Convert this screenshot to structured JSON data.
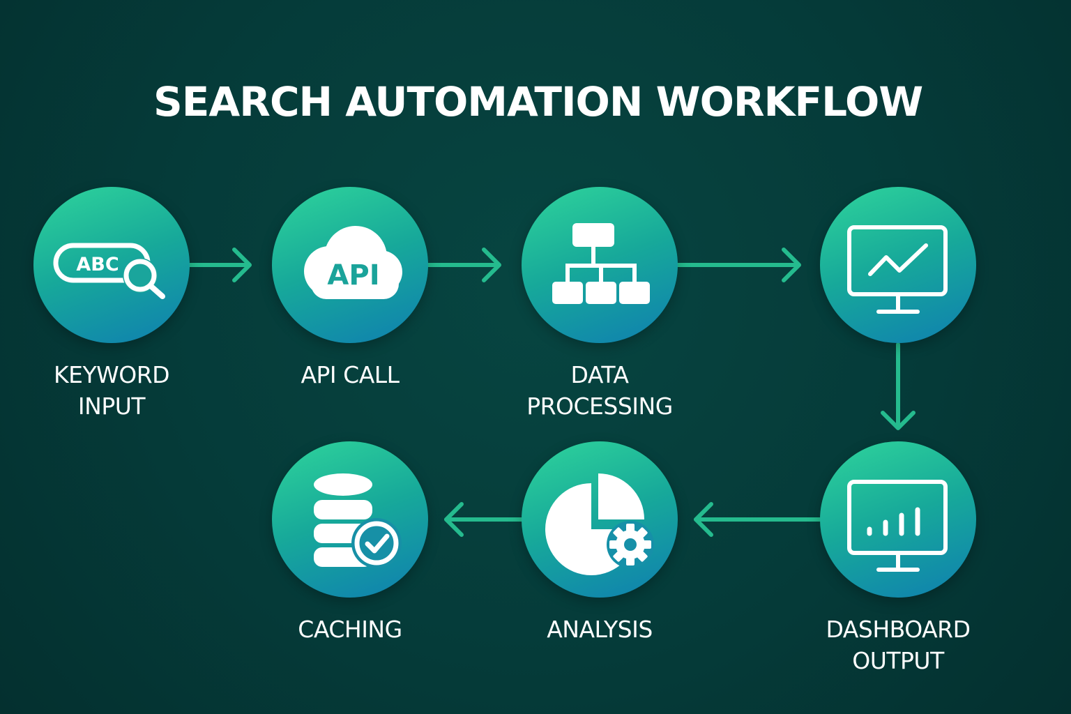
{
  "title": "SEARCH AUTOMATION WORKFLOW",
  "colors": {
    "background": "#053b39",
    "node_gradient_top": "#2fd49b",
    "node_gradient_bottom": "#0f7fb0",
    "arrow": "#25bb8e",
    "text": "#ffffff"
  },
  "steps": [
    {
      "label": "KEYWORD\nINPUT",
      "icon": "keyword-search-icon",
      "icon_text": "ABC"
    },
    {
      "label": "API CALL",
      "icon": "api-cloud-icon",
      "icon_text": "API"
    },
    {
      "label": "DATA\nPROCESSING",
      "icon": "hierarchy-icon"
    },
    {
      "label": "",
      "icon": "line-chart-monitor-icon"
    },
    {
      "label": "DASHBOARD\nOUTPUT",
      "icon": "bar-chart-monitor-icon"
    },
    {
      "label": "ANALYSIS",
      "icon": "pie-chart-gear-icon"
    },
    {
      "label": "CACHING",
      "icon": "database-check-icon"
    }
  ]
}
